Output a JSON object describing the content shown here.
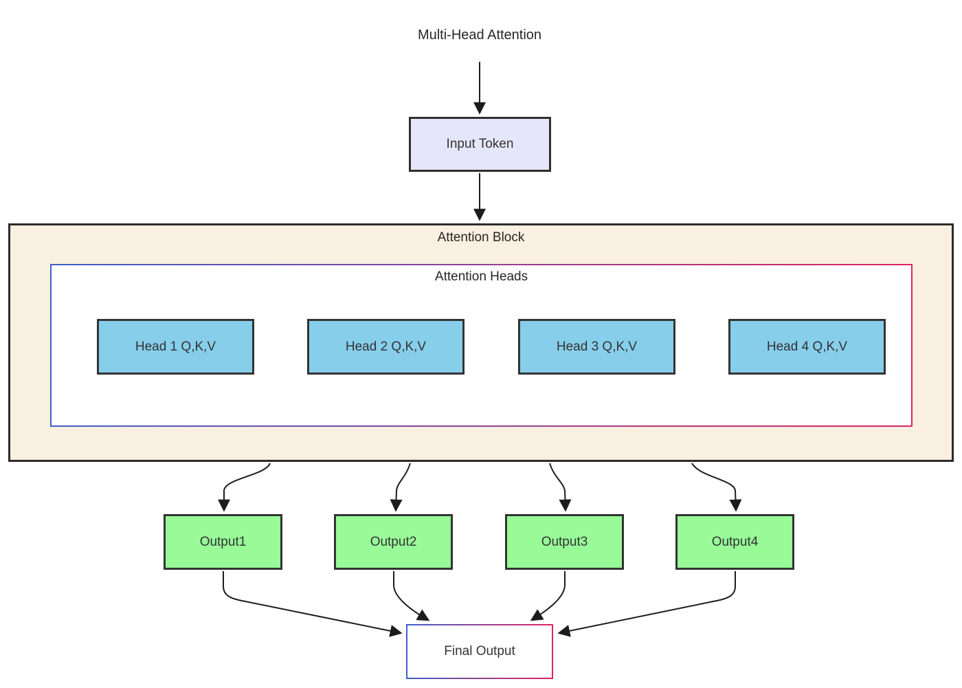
{
  "title": "Multi-Head Attention",
  "nodes": {
    "input_token": {
      "label": "Input Token"
    },
    "attention_block": {
      "label": "Attention Block"
    },
    "attention_heads": {
      "label": "Attention Heads"
    },
    "heads": [
      {
        "label": "Head 1 Q,K,V"
      },
      {
        "label": "Head 2 Q,K,V"
      },
      {
        "label": "Head 3 Q,K,V"
      },
      {
        "label": "Head 4 Q,K,V"
      }
    ],
    "outputs": [
      {
        "label": "Output1"
      },
      {
        "label": "Output2"
      },
      {
        "label": "Output3"
      },
      {
        "label": "Output4"
      }
    ],
    "final_output": {
      "label": "Final Output"
    }
  },
  "edges": [
    "title -> input_token",
    "input_token -> attention_block",
    "attention_block -> output1",
    "attention_block -> output2",
    "attention_block -> output3",
    "attention_block -> output4",
    "output1 -> final_output",
    "output2 -> final_output",
    "output3 -> final_output",
    "output4 -> final_output"
  ],
  "colors": {
    "background": "#ffffff",
    "text": "#333333",
    "input_token_fill": "#e6e6fa",
    "attention_block_fill": "#faf0e1",
    "attention_block_border": "#2b2b2b",
    "attention_heads_border_left": "#3e5fc9",
    "attention_heads_border_right": "#e0235f",
    "head_fill": "#87ceeb",
    "head_border": "#333333",
    "output_fill": "#98fb98",
    "output_border": "#333333",
    "final_output_border_left": "#3e5fc9",
    "final_output_border_right": "#e0235f",
    "edge_stroke": "#1c1c1c"
  }
}
